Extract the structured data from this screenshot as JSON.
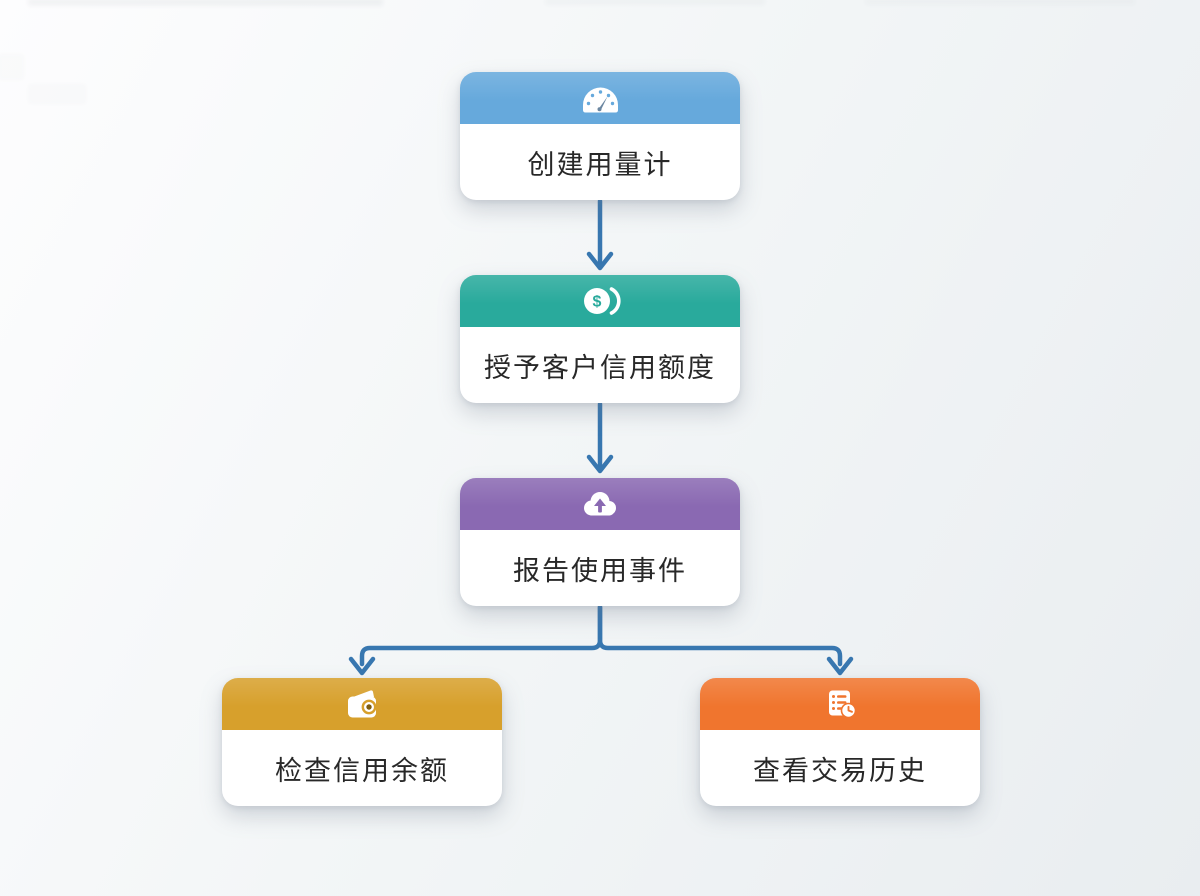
{
  "diagram": {
    "type": "flowchart",
    "connector_color": "#3877b0",
    "background": {
      "from": "#fdfdfe",
      "to": "#e9edf0"
    },
    "nodes": [
      {
        "key": "create-meter",
        "label": "创建用量计",
        "icon": "gauge-icon",
        "accent_color": "#66a9dc"
      },
      {
        "key": "grant-credit",
        "label": "授予客户信用额度",
        "icon": "dollar-coins-icon",
        "accent_color": "#29aa9c"
      },
      {
        "key": "report-usage",
        "label": "报告使用事件",
        "icon": "cloud-upload-icon",
        "accent_color": "#8a69b2"
      },
      {
        "key": "check-balance",
        "label": "检查信用余额",
        "icon": "wallet-icon",
        "accent_color": "#d7a02c"
      },
      {
        "key": "view-history",
        "label": "查看交易历史",
        "icon": "receipt-clock-icon",
        "accent_color": "#f0752e"
      }
    ],
    "edges": [
      {
        "from": "create-meter",
        "to": "grant-credit"
      },
      {
        "from": "grant-credit",
        "to": "report-usage"
      },
      {
        "from": "report-usage",
        "to": "check-balance"
      },
      {
        "from": "report-usage",
        "to": "view-history"
      }
    ]
  }
}
